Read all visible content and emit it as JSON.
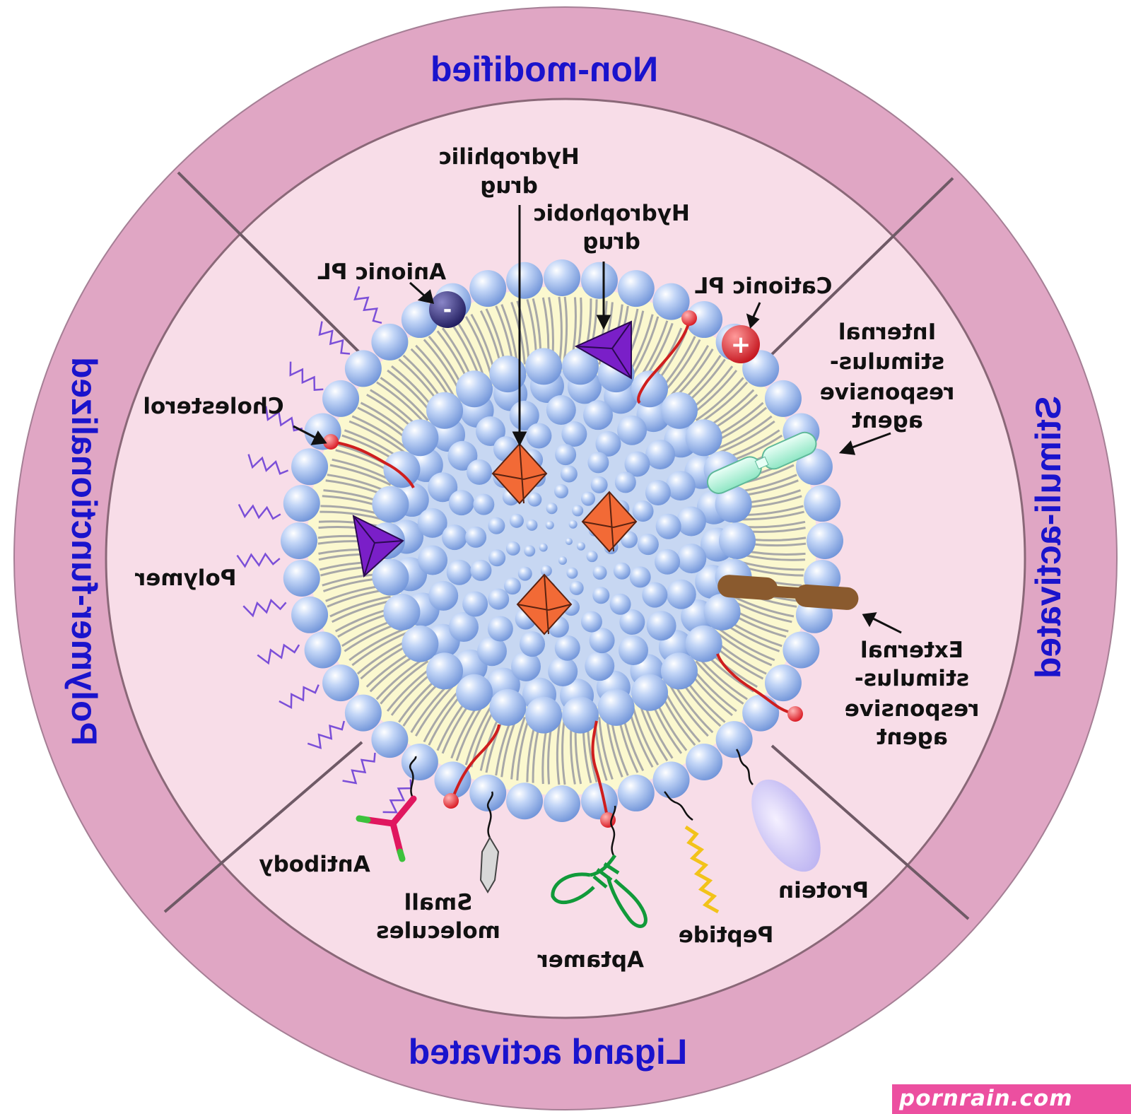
{
  "sectors": {
    "top": "Non-modified",
    "right": "Stimuli-activated",
    "bottom": "Ligand activated",
    "left": "Polymer-functionalized"
  },
  "labels": {
    "hydrophilic_drug": [
      "Hydrophilic",
      "drug"
    ],
    "hydrophobic_drug": [
      "Hydrophobic",
      "drug"
    ],
    "anionic_pl": "Anionic PL",
    "cationic_pl": "Cationic PL",
    "cholesterol": "Cholesterol",
    "polymer": "Polymer",
    "internal_agent": [
      "Internal",
      "stimulus-",
      "responsive",
      "agent"
    ],
    "external_agent": [
      "External",
      "stimulus-",
      "responsive",
      "agent"
    ],
    "antibody": "Antibody",
    "small_molecules": [
      "Small",
      "molecules"
    ],
    "aptamer": "Aptamer",
    "peptide": "Peptide",
    "protein": "Protein"
  },
  "symbols": {
    "anionic": "-",
    "cationic": "+"
  },
  "watermark": "pornrain.com",
  "colors": {
    "outer_ring": "#e0a6c4",
    "inner_field": "#f8dde8",
    "sector_title": "#1a13cc",
    "bead": "#9ab8ec",
    "drug_hydrophilic": "#f26a36",
    "drug_hydrophobic": "#7a1fc8",
    "bilayer": "#fbf8cf",
    "watermark_bg": "#ec4fa0"
  }
}
